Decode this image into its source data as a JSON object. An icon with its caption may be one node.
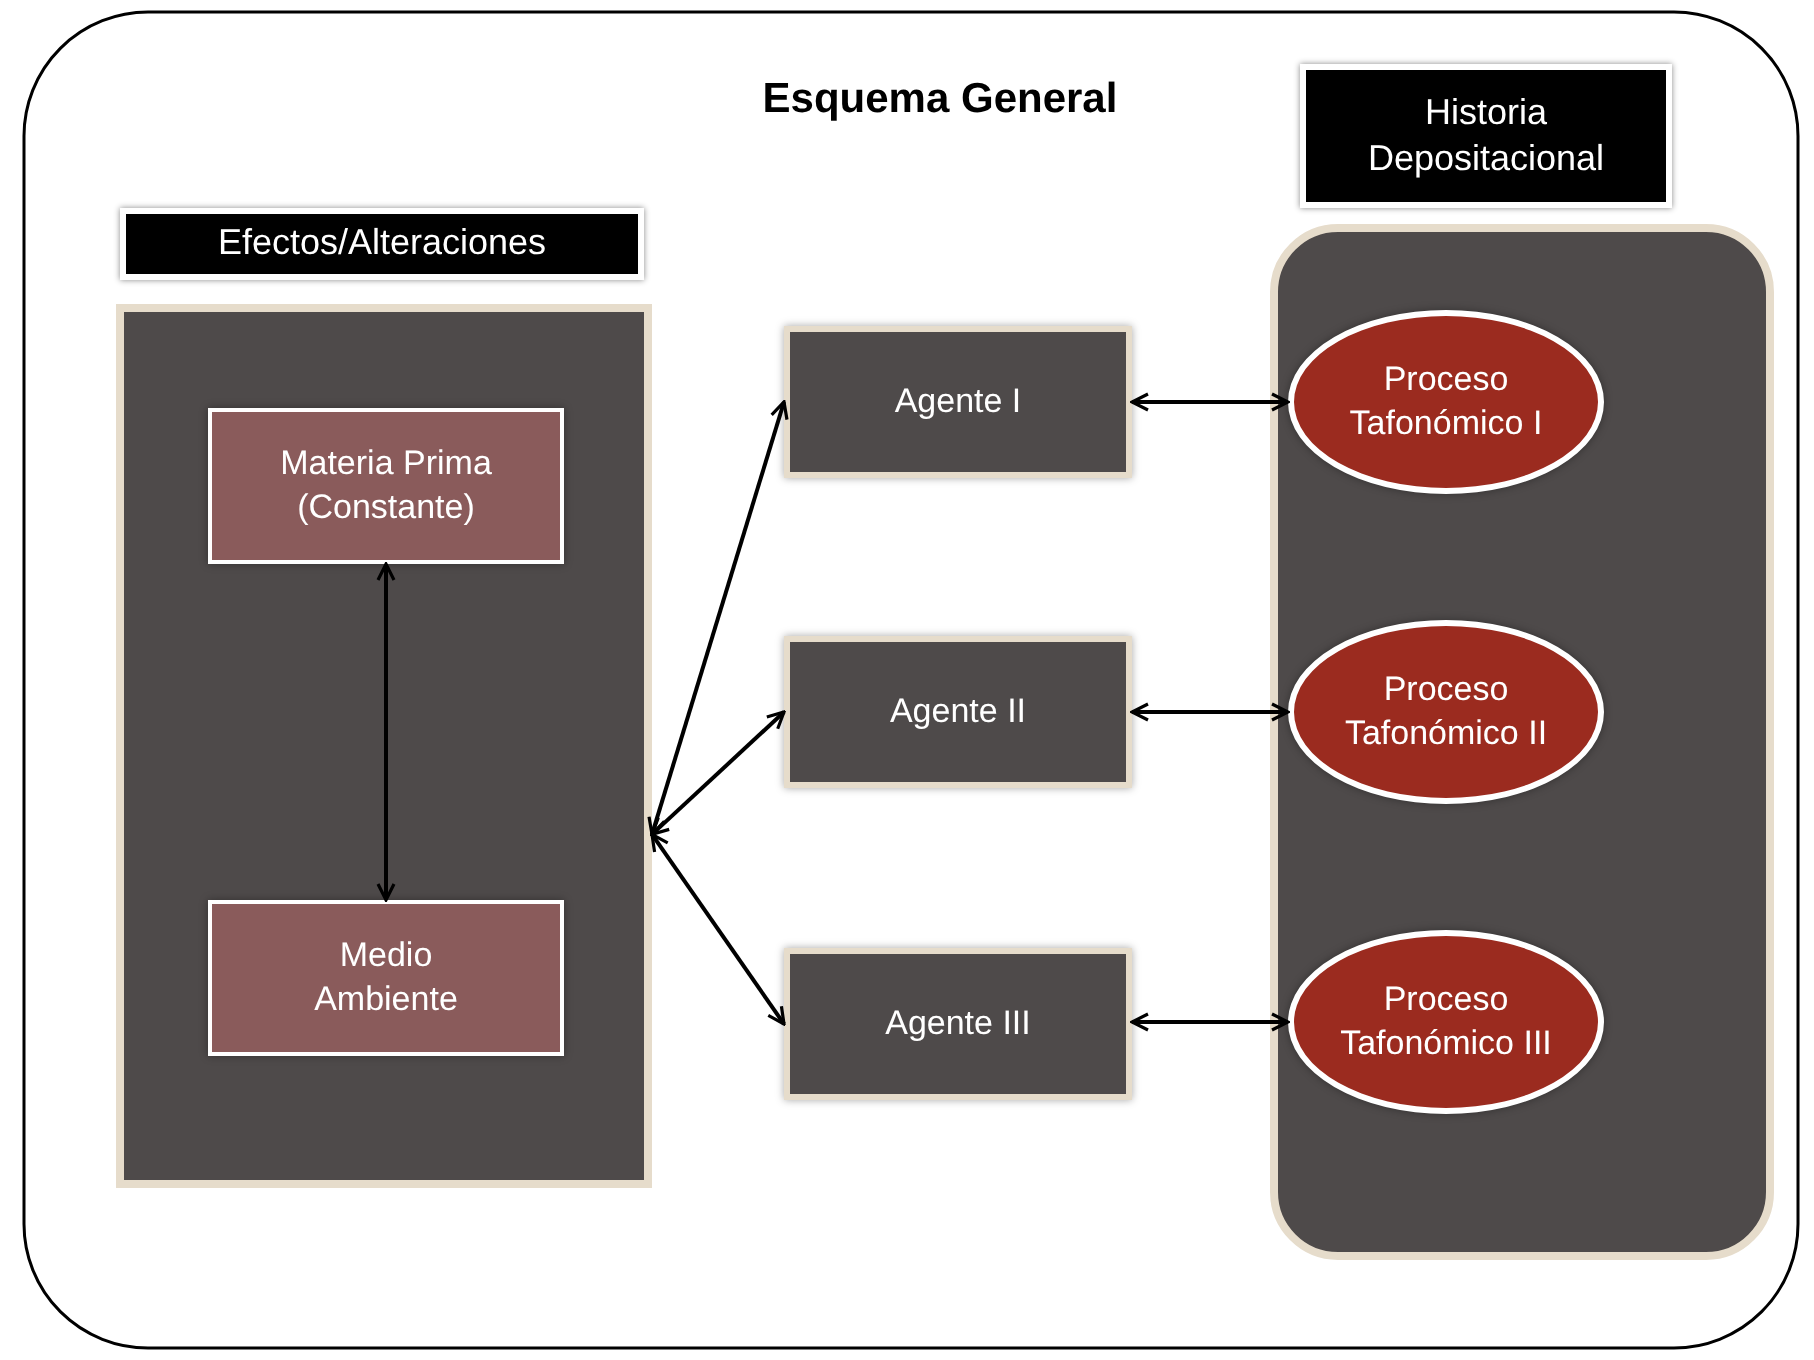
{
  "diagram": {
    "title": "Esquema General",
    "nodes": [
      {
        "text": [
          "Efectos/Alteraciones"
        ]
      },
      {
        "text": [
          "Materia Prima (Constante)"
        ],
        "in": 0
      },
      {
        "text": [
          "Medio Ambiente"
        ],
        "in": 0
      },
      {
        "text": [
          "Agente I"
        ]
      },
      {
        "text": [
          "Agente II"
        ]
      },
      {
        "text": [
          "Agente III"
        ]
      },
      {
        "text": [
          "Historia Depositacional"
        ]
      },
      {
        "text": [
          "Proceso Tafonómico I"
        ],
        "in": 6
      },
      {
        "text": [
          "Proceso Tafonómico II"
        ],
        "in": 6
      },
      {
        "text": [
          "Proceso Tafonómico III"
        ],
        "in": 6
      }
    ],
    "edges": [
      {
        "from": 1,
        "to": 2,
        "arrow": "both"
      },
      {
        "from": 0,
        "to": 3,
        "arrow": "both"
      },
      {
        "from": 0,
        "to": 4,
        "arrow": "both"
      },
      {
        "from": 0,
        "to": 5,
        "arrow": "both"
      },
      {
        "from": 3,
        "to": 7,
        "arrow": "both"
      },
      {
        "from": 4,
        "to": 8,
        "arrow": "both"
      },
      {
        "from": 5,
        "to": 9,
        "arrow": "both"
      }
    ]
  }
}
